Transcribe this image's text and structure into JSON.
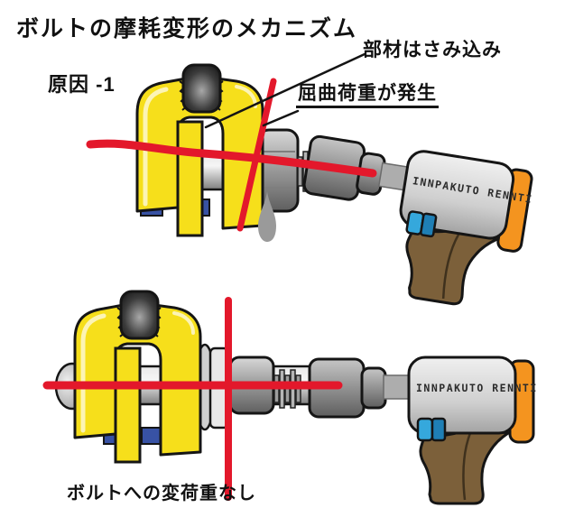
{
  "page": {
    "title": "ボルトの摩耗変形のメカニズム"
  },
  "labels": {
    "cause": "原因 -1",
    "annotation_pinch": "部材はさみ込み",
    "annotation_bend": "屈曲荷重が発生",
    "caption_bottom": "ボルトへの変荷重なし"
  },
  "wrench": {
    "label": "INNPAKUTO RENNTI"
  },
  "icons": {
    "oil_drop": "droplet shape indicating lubricant/stress drip"
  },
  "colors": {
    "clamp_yellow": "#F6DF1B",
    "load_line_red": "#E3182B",
    "spacer_blue": "#3852A4",
    "rear_cap_orange": "#F4941F",
    "handle_brown": "#7C603A",
    "trigger_blue": "#35A8DC",
    "outline_black": "#151515"
  }
}
